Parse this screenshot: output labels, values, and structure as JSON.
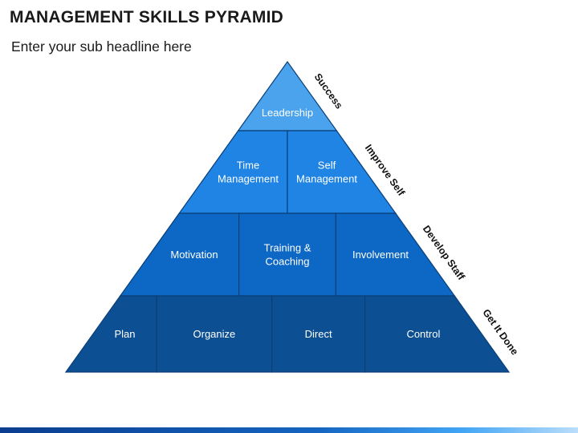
{
  "header": {
    "title": "MANAGEMENT SKILLS PYRAMID",
    "subtitle": "Enter your sub headline here"
  },
  "pyramid": {
    "tiers": [
      {
        "side_label": "Success",
        "color": "#4aa3ec",
        "cells": [
          {
            "lines": [
              "Leadership"
            ]
          }
        ]
      },
      {
        "side_label": "Improve Self",
        "color": "#1f84e4",
        "cells": [
          {
            "lines": [
              "Time",
              "Management"
            ]
          },
          {
            "lines": [
              "Self",
              "Management"
            ]
          }
        ]
      },
      {
        "side_label": "Develop Staff",
        "color": "#0d67c4",
        "cells": [
          {
            "lines": [
              "Motivation"
            ]
          },
          {
            "lines": [
              "Training &",
              "Coaching"
            ]
          },
          {
            "lines": [
              "Involvement"
            ]
          }
        ]
      },
      {
        "side_label": "Get It Done",
        "color": "#0c4f92",
        "cells": [
          {
            "lines": [
              "Plan"
            ]
          },
          {
            "lines": [
              "Organize"
            ]
          },
          {
            "lines": [
              "Direct"
            ]
          },
          {
            "lines": [
              "Control"
            ]
          }
        ]
      }
    ],
    "divider_color": "#0a3f78"
  }
}
